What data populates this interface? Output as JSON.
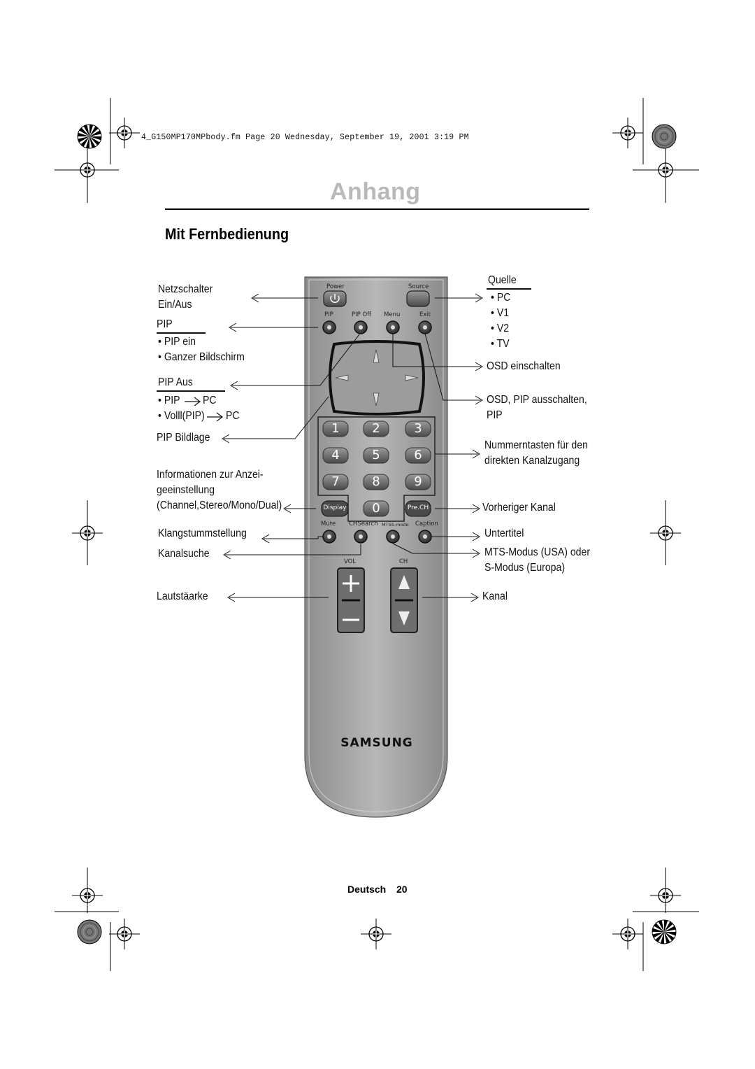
{
  "header": {
    "file_line": "4_G150MP170MPbody.fm  Page 20  Wednesday, September 19, 2001  3:19 PM"
  },
  "chapter_title": "Anhang",
  "section_title": "Mit Fernbedienung",
  "left_labels": {
    "power_1": "Netzschalter",
    "power_2": "Ein/Aus",
    "pip_head": "PIP",
    "pip_item_1": "• PIP ein",
    "pip_item_2": "• Ganzer Bildschirm",
    "pipoff_head": "PIP Aus",
    "pipoff_item_1a": "• PIP",
    "pipoff_item_1b": "PC",
    "pipoff_item_2a": "• Volll(PIP)",
    "pipoff_item_2b": "PC",
    "pip_pos": "PIP Bildlage",
    "display_1": "Informationen  zur  Anzei-",
    "display_2": "geeinstellung",
    "display_3": "(Channel,Stereo/Mono/Dual)",
    "mute": "Klangstummstellung",
    "chsearch": "Kanalsuche",
    "volume": "Lautstäarke"
  },
  "right_labels": {
    "source_head": "Quelle",
    "source_items": [
      "• PC",
      "• V1",
      "• V2",
      "• TV"
    ],
    "menu": "OSD einschalten",
    "exit_1": "OSD,  PIP  ausschalten,",
    "exit_2": "PIP",
    "numbers_1": "Nummerntasten für den",
    "numbers_2": "direkten Kanalzugang",
    "prech": "Vorheriger Kanal",
    "caption": "Untertitel",
    "mts_1": "MTS-Modus (USA) oder",
    "mts_2": "S-Modus (Europa)",
    "channel": "Kanal"
  },
  "remote": {
    "power": "Power",
    "source": "Source",
    "pip": "PIP",
    "pip_off": "PIP  Off",
    "menu": "Menu",
    "exit": "Exit",
    "digits": [
      "1",
      "2",
      "3",
      "4",
      "5",
      "6",
      "7",
      "8",
      "9"
    ],
    "zero": "0",
    "display": "Display",
    "prech": "Pre.CH",
    "mute": "Mute",
    "chsearch": "CHSearch",
    "mtss": "MTSS-mode",
    "caption": "Caption",
    "vol": "VOL",
    "ch": "CH",
    "brand": "SAMSUNG"
  },
  "footer": {
    "language": "Deutsch",
    "page": "20"
  }
}
